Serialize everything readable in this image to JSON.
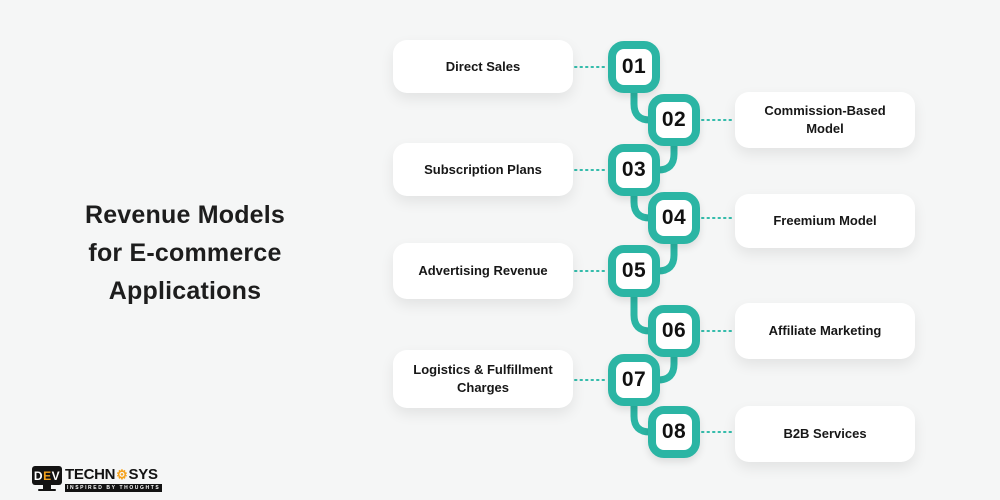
{
  "title": {
    "text": "Revenue Models for E-commerce Applications"
  },
  "colors": {
    "teal": "#2bb5a4",
    "dotted_teal": "#33bcab",
    "background": "#f5f6f6",
    "card_bg": "#ffffff",
    "text_black": "#171717",
    "logo_orange": "#f5a21c",
    "logo_black": "#131313"
  },
  "items": [
    {
      "number": "01",
      "label": "Direct Sales",
      "side": "left"
    },
    {
      "number": "02",
      "label": "Commission-Based Model",
      "side": "right"
    },
    {
      "number": "03",
      "label": "Subscription Plans",
      "side": "left"
    },
    {
      "number": "04",
      "label": "Freemium Model",
      "side": "right"
    },
    {
      "number": "05",
      "label": "Advertising Revenue",
      "side": "left"
    },
    {
      "number": "06",
      "label": "Affiliate Marketing",
      "side": "right"
    },
    {
      "number": "07",
      "label": "Logistics & Fulfillment Charges",
      "side": "left"
    },
    {
      "number": "08",
      "label": "B2B Services",
      "side": "right"
    }
  ],
  "logo": {
    "dev_d": "D",
    "dev_e": "E",
    "dev_v": "V",
    "word_left": "TECHN",
    "word_right": "SYS",
    "gear_glyph": "⚙",
    "tagline": "INSPIRED BY THOUGHTS"
  }
}
